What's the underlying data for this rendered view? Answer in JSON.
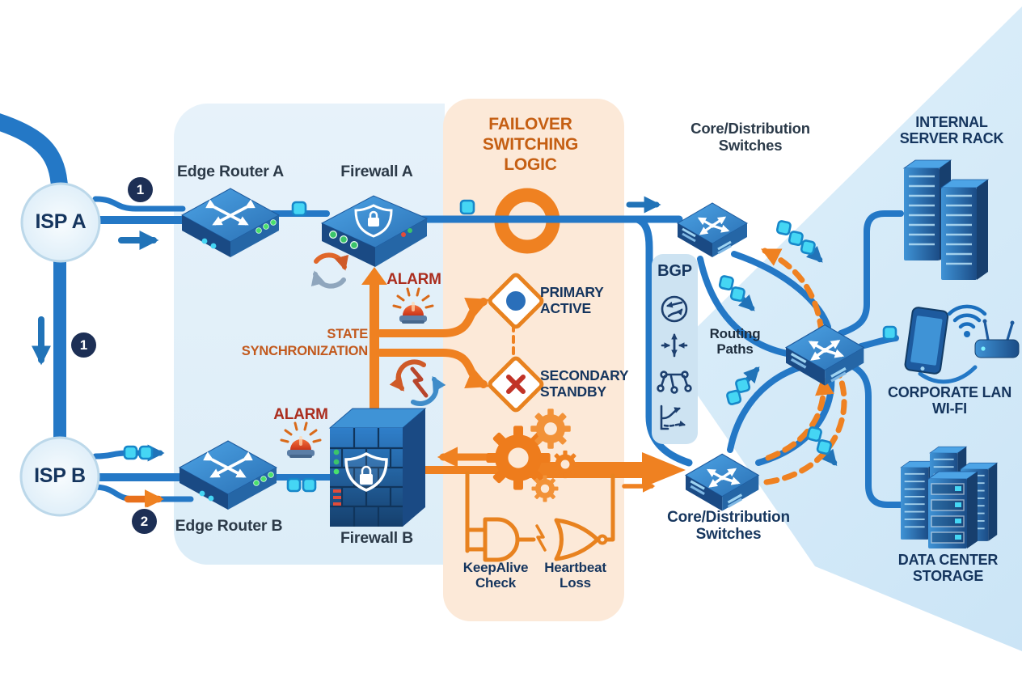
{
  "labels": {
    "isp_a": "ISP A",
    "isp_b": "ISP B",
    "edge_router_a": "Edge Router A",
    "firewall_a": "Firewall A",
    "edge_router_b": "Edge Router B",
    "firewall_b": "Firewall B",
    "failover_switching_logic": "FAILOVER SWITCHING LOGIC",
    "state_synchronization": "STATE SYNCHRONIZATION",
    "alarm_top": "ALARM",
    "alarm_bottom": "ALARM",
    "primary_active": "PRIMARY ACTIVE",
    "secondary_standby": "SECONDARY STANDBY",
    "bgp": "BGP",
    "routing_paths": "Routing Paths",
    "core_distribution_top": "Core/Distribution Switches",
    "core_distribution_bottom": "Core/Distribution Switches",
    "internal_server_rack": "INTERNAL SERVER RACK",
    "corporate_lan_wifi": "CORPORATE LAN WI-FI",
    "data_center_storage": "DATA CENTER STORAGE",
    "keepalive_check": "KeepAlive Check",
    "heartbeat_loss": "Heartbeat Loss"
  },
  "badges": {
    "isp_a_link": "1",
    "isp_interlink": "1",
    "isp_b_link": "2"
  },
  "icons": {
    "failover_ring": "failover-ring-icon",
    "state_sync_arrow": "state-sync-double-arrow-icon",
    "alarm_siren": "alarm-siren-icon",
    "sync_cycle": "sync-cycle-icon",
    "sync_broken": "sync-broken-lightning-icon",
    "primary_diamond": "primary-active-diamond-icon",
    "secondary_diamond": "secondary-standby-diamond-icon",
    "gears": "failover-gears-icon",
    "and_gate": "keepalive-and-gate-icon",
    "nor_gate": "heartbeat-nor-gate-icon",
    "bgp_globe": "bgp-globe-routes-icon",
    "bgp_merge": "traffic-merge-icon",
    "bgp_mesh": "mesh-topology-icon",
    "bgp_branch": "path-branch-icon",
    "wifi": "wifi-signal-icon",
    "packet": "packet-square-icon"
  },
  "colors": {
    "pipe_blue": "#2478c6",
    "accent_orange": "#ef8121",
    "navy_text": "#15355e",
    "device_label_gray": "#2c3a48",
    "alarm_red": "#ab2d1e",
    "failover_orange_text": "#c55f13",
    "panel_blue": "#e2eff9",
    "panel_peach": "#fce9d8",
    "wedge_blue": "#cfe7f7",
    "packet_cyan": "#45d6f4",
    "badge_navy": "#1d2f55",
    "primary_dot_blue": "#2a6fba",
    "standby_x_red": "#c13327"
  }
}
